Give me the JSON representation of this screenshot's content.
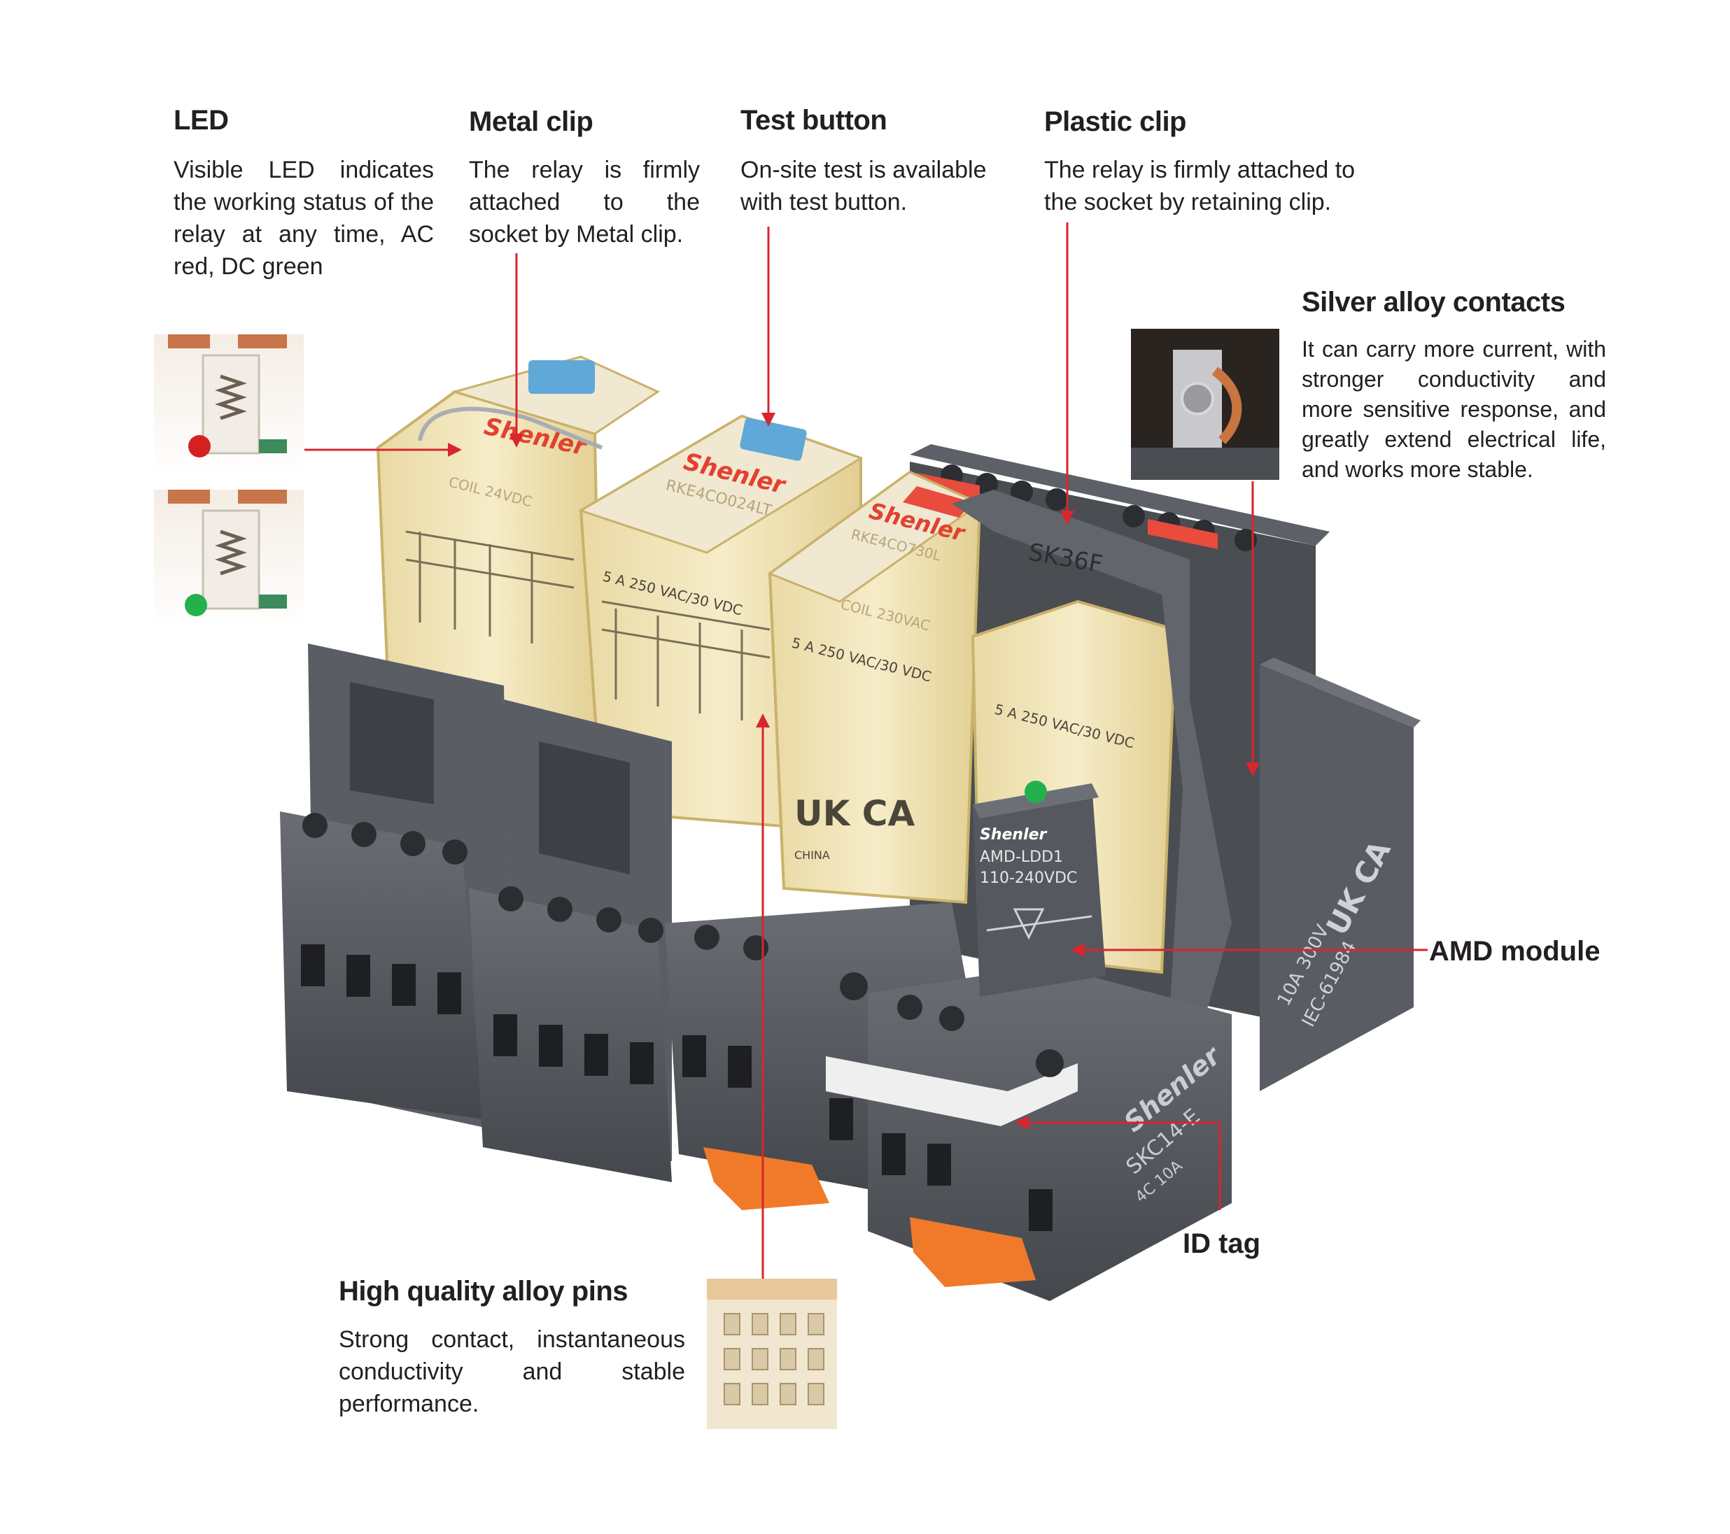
{
  "callouts": {
    "led": {
      "title": "LED",
      "text": "Visible LED indicates the working status of the relay at any time, AC red, DC green"
    },
    "metal_clip": {
      "title": "Metal clip",
      "text": "The relay is firmly attached to the socket by Metal clip."
    },
    "test_button": {
      "title": "Test button",
      "text": "On-site test is available with test button."
    },
    "plastic_clip": {
      "title": "Plastic clip",
      "text": "The relay is firmly attached to the socket by retaining clip."
    },
    "silver_contacts": {
      "title": "Silver alloy contacts",
      "text": "It can carry more current, with stronger conductivity and more sensitive response, and greatly extend electrical life, and works more stable."
    },
    "amd_module": {
      "title": "AMD module"
    },
    "id_tag": {
      "title": "ID tag"
    },
    "alloy_pins": {
      "title": "High quality alloy pins",
      "text": "Strong contact, instantaneous conductivity and stable performance."
    }
  },
  "product_markings": {
    "brand": "Shenler",
    "relay_models": [
      "RKE4CO024LT",
      "RKE4CO730L"
    ],
    "coil_24": "COIL 24VDC",
    "coil_230": "COIL 230VAC",
    "rating": "5 A 250 VAC/30 VDC",
    "clip_label": "SK36F",
    "amd_model": "AMD-LDD1",
    "amd_voltage": "110-240VDC",
    "socket_model": "SKC14-E",
    "socket_rating": "4C 10A",
    "socket_side": "10A 300V",
    "standard": "IEC-61984",
    "origin": "CHINA",
    "marks_uk": "UK CA"
  },
  "colors": {
    "callout_line": "#d7262e",
    "socket_gray": "#55585e",
    "relay_housing": "#efe3b8",
    "test_button": "#5fa8d8",
    "orange_latch": "#f07a2a",
    "red_cover": "#e94b3c",
    "led_green": "#22b14c",
    "led_red": "#d42020"
  },
  "icons": {
    "led_red_thumbnail": "relay-internal-red-led",
    "led_green_thumbnail": "relay-internal-green-led",
    "silver_contact_thumbnail": "silver-contact-closeup",
    "pins_thumbnail": "relay-pins-closeup"
  }
}
